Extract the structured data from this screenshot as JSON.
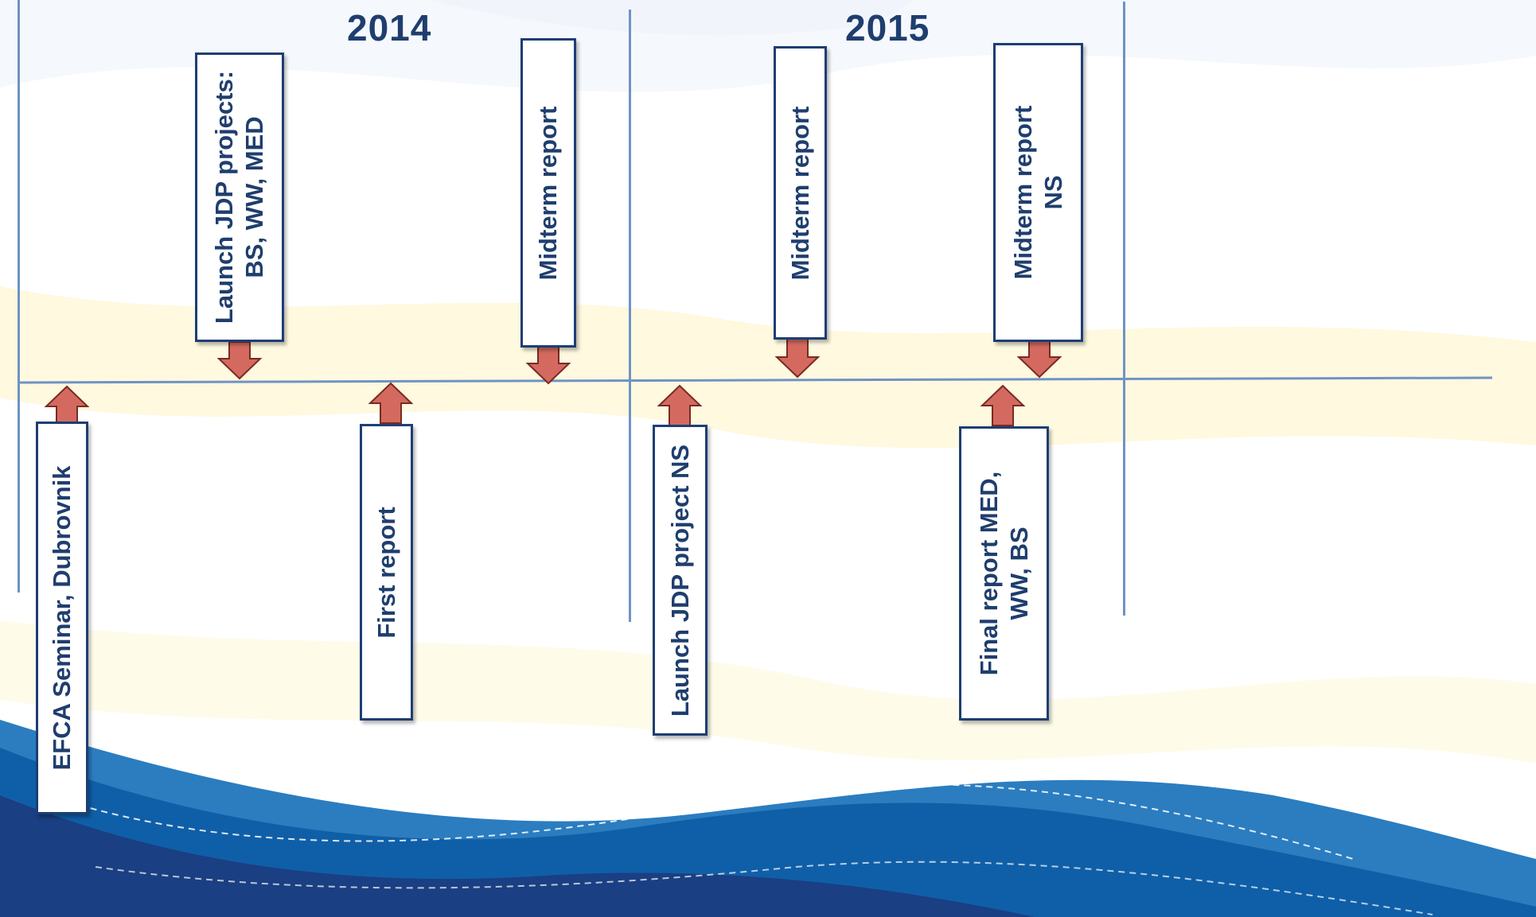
{
  "timeline": {
    "years": [
      {
        "label": "2014"
      },
      {
        "label": "2015"
      }
    ],
    "events_above": [
      {
        "lines": [
          "Launch JDP projects:",
          "BS, WW, MED"
        ]
      },
      {
        "lines": [
          "Midterm report"
        ]
      },
      {
        "lines": [
          "Midterm report"
        ]
      },
      {
        "lines": [
          "Midterm report",
          "NS"
        ]
      }
    ],
    "events_below": [
      {
        "lines": [
          "EFCA Seminar, Dubrovnik"
        ]
      },
      {
        "lines": [
          "First report"
        ]
      },
      {
        "lines": [
          "Launch JDP project NS"
        ]
      },
      {
        "lines": [
          "Final report MED,",
          "WW, BS"
        ]
      }
    ]
  },
  "colors": {
    "axis": "#6f93c4",
    "card_border": "#1e3e74",
    "text": "#1f3e6e",
    "arrow_fill": "#d46a5f",
    "arrow_stroke": "#7a2a22",
    "wave_dark": "#1a3f82",
    "wave_mid": "#0f5fa8",
    "wave_light": "#2b7dc0",
    "wave_yellow": "#fdf6d2"
  }
}
